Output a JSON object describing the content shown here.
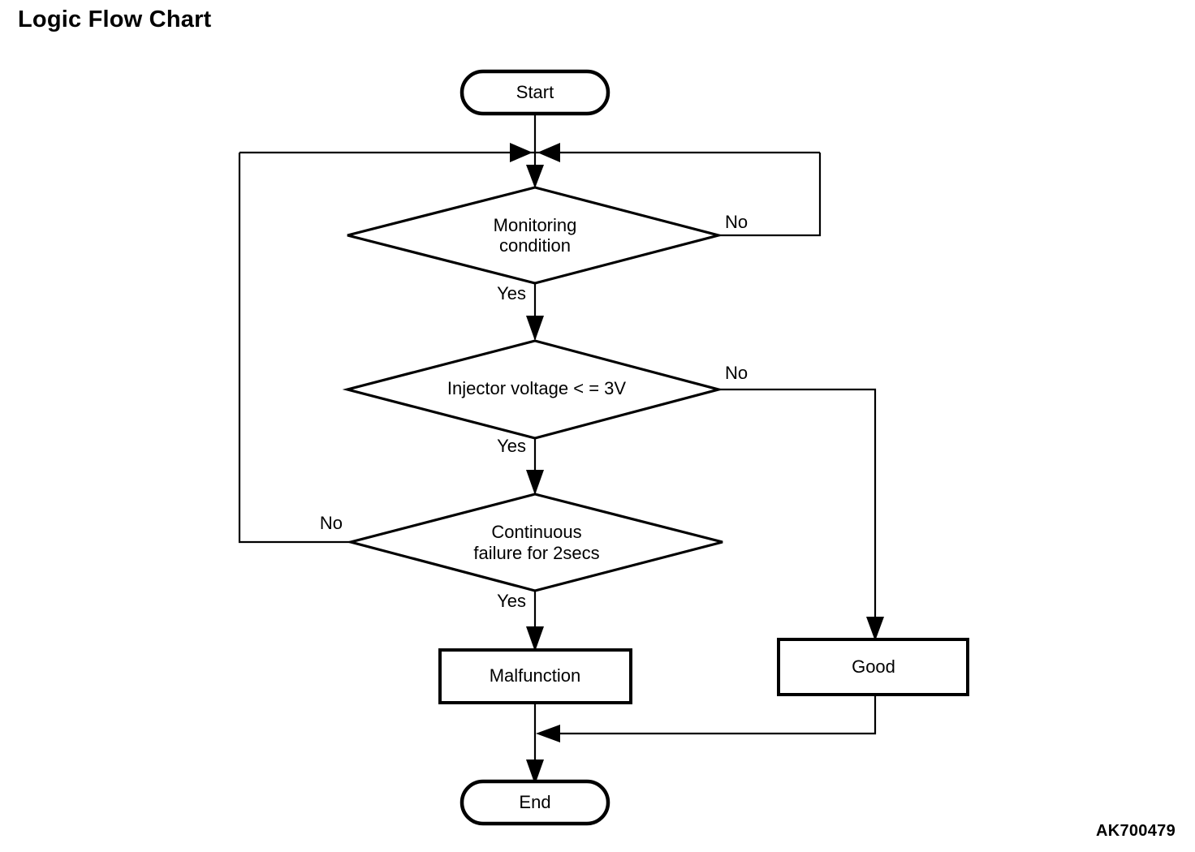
{
  "page": {
    "title": "Logic Flow Chart",
    "watermark": "AK700479",
    "background_color": "#ffffff",
    "ink_color": "#000000"
  },
  "chart_data": {
    "type": "diagram",
    "diagram_kind": "flowchart",
    "title": "Logic Flow Chart",
    "nodes": [
      {
        "id": "start",
        "shape": "terminator",
        "label": "Start"
      },
      {
        "id": "monitoring",
        "shape": "decision",
        "label": "Monitoring condition",
        "lines": [
          "Monitoring",
          "condition"
        ]
      },
      {
        "id": "voltage",
        "shape": "decision",
        "label": "Injector voltage < = 3V",
        "lines": [
          "Injector voltage < = 3V"
        ]
      },
      {
        "id": "continuous",
        "shape": "decision",
        "label": "Continuous failure for 2secs",
        "lines": [
          "Continuous",
          "failure for 2secs"
        ]
      },
      {
        "id": "malfunction",
        "shape": "process",
        "label": "Malfunction"
      },
      {
        "id": "good",
        "shape": "process",
        "label": "Good"
      },
      {
        "id": "end",
        "shape": "terminator",
        "label": "End"
      }
    ],
    "edges": [
      {
        "from": "start",
        "to": "monitoring",
        "label": ""
      },
      {
        "from": "monitoring",
        "to": "monitoring",
        "label": "No",
        "label_side": "right",
        "routing": "loop-right"
      },
      {
        "from": "monitoring",
        "to": "voltage",
        "label": "Yes",
        "label_side": "left"
      },
      {
        "from": "voltage",
        "to": "good",
        "label": "No",
        "label_side": "right"
      },
      {
        "from": "voltage",
        "to": "continuous",
        "label": "Yes",
        "label_side": "left"
      },
      {
        "from": "continuous",
        "to": "monitoring",
        "label": "No",
        "label_side": "left",
        "routing": "loop-left"
      },
      {
        "from": "continuous",
        "to": "malfunction",
        "label": "Yes",
        "label_side": "left"
      },
      {
        "from": "malfunction",
        "to": "end",
        "label": ""
      },
      {
        "from": "good",
        "to": "end",
        "label": ""
      }
    ],
    "branch_labels": {
      "monitoring_no": "No",
      "monitoring_yes": "Yes",
      "voltage_no": "No",
      "voltage_yes": "Yes",
      "continuous_no": "No",
      "continuous_yes": "Yes"
    }
  }
}
